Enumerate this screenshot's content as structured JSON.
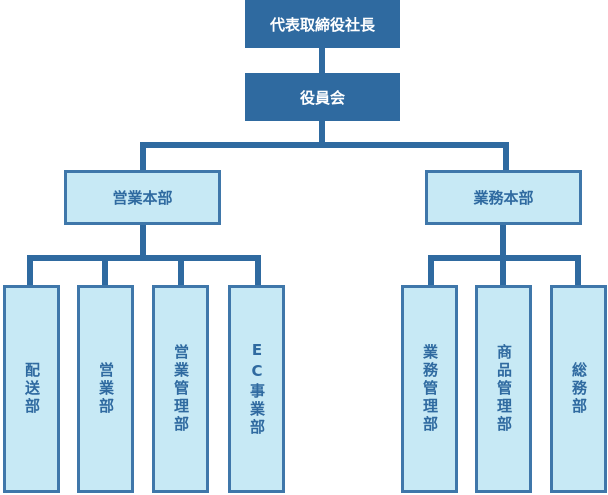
{
  "org_chart": {
    "top": {
      "label": "代表取締役社長"
    },
    "board": {
      "label": "役員会"
    },
    "divisions": [
      {
        "label": "営業本部",
        "departments": [
          {
            "label": "配送部"
          },
          {
            "label": "営業部"
          },
          {
            "label": "営業管理部"
          },
          {
            "label": "EC事業部"
          }
        ]
      },
      {
        "label": "業務本部",
        "departments": [
          {
            "label": "業務管理部"
          },
          {
            "label": "商品管理部"
          },
          {
            "label": "総務部"
          }
        ]
      }
    ],
    "colors": {
      "dark_box": "#2f6aa0",
      "light_box": "#c7e9f5",
      "line": "#2f6aa0"
    }
  }
}
